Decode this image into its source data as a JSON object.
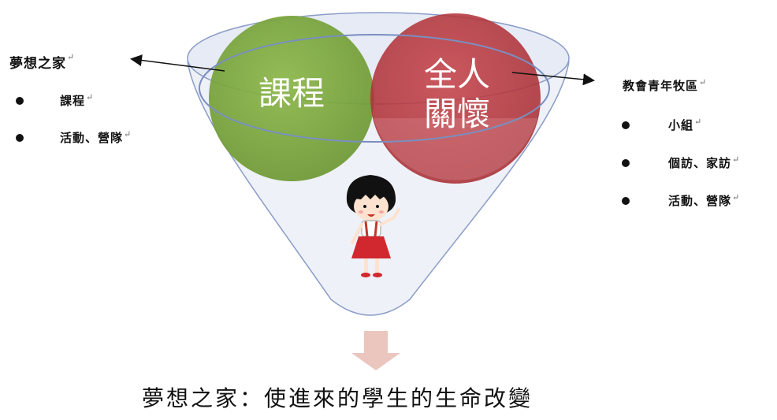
{
  "diagram": {
    "left_group": {
      "title": "夢想之家",
      "items": [
        "課程",
        "活動、營隊"
      ]
    },
    "right_group": {
      "title": "教會青年牧區",
      "items": [
        "小組",
        "個訪、家訪",
        "活動、營隊"
      ]
    },
    "circles": {
      "left_label": "課程",
      "right_label_line1": "全人",
      "right_label_line2": "關懷"
    },
    "caption": "夢想之家：使進來的學生的生命改變",
    "return_mark": "↵",
    "colors": {
      "green_circle": "#7fa640",
      "red_circle": "#b8363c",
      "funnel_stroke": "#8a9cc6",
      "down_arrow": "#e8c0b8"
    },
    "icons": {
      "character": "girl-character-icon",
      "arrow": "down-arrow-icon"
    }
  }
}
